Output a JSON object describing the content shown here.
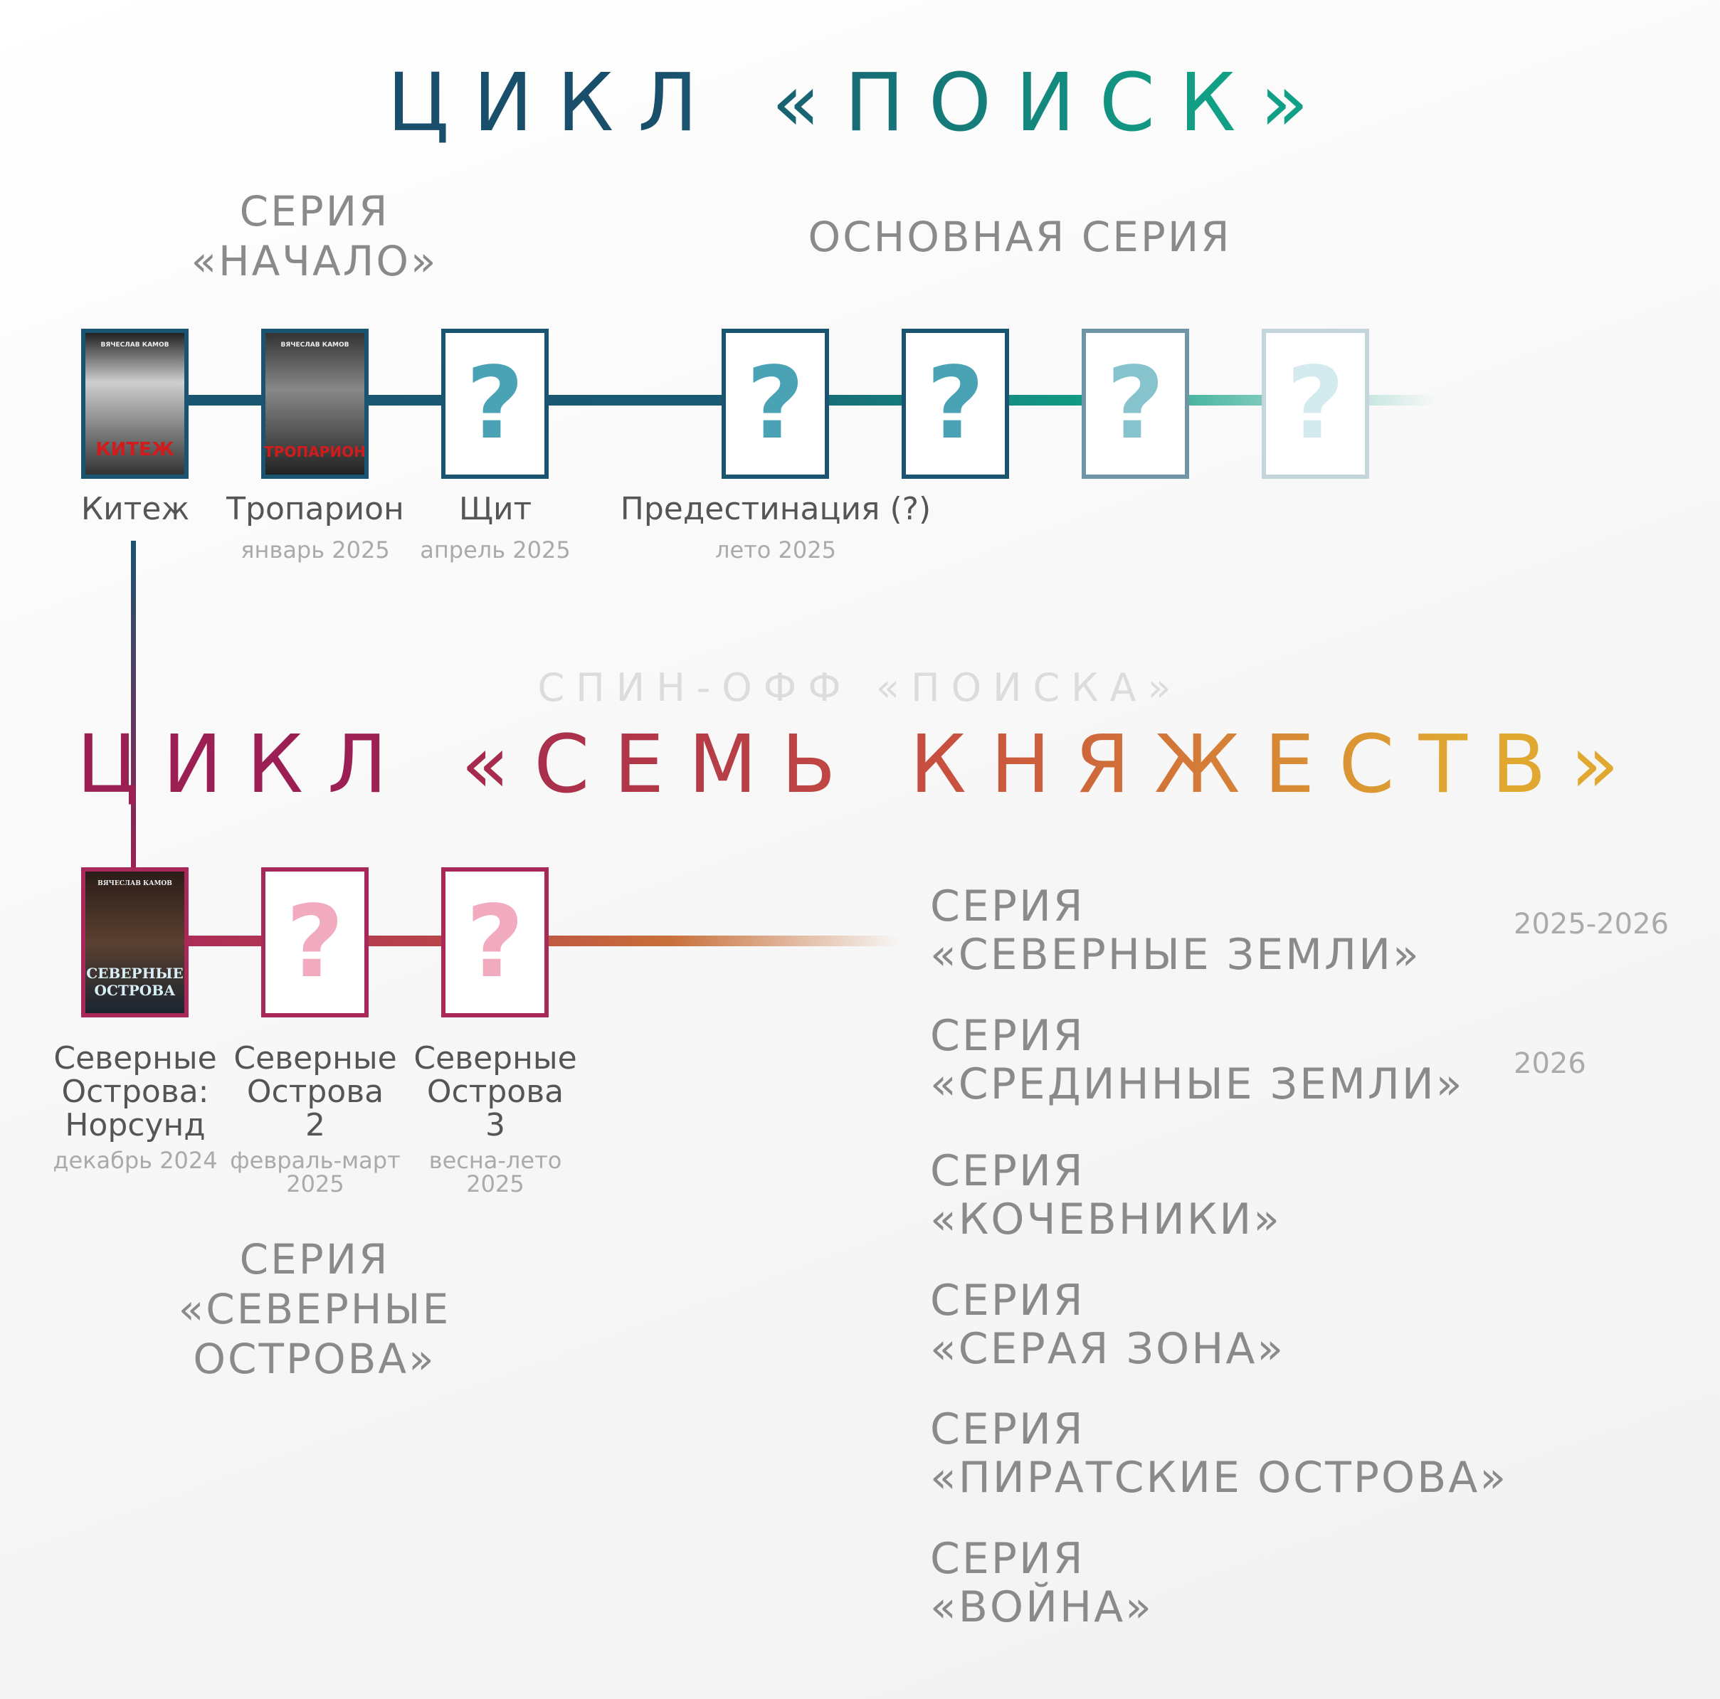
{
  "cycle1": {
    "title": "ЦИКЛ «ПОИСК»",
    "series_start": "СЕРИЯ «НАЧАЛО»",
    "series_main": "ОСНОВНАЯ СЕРИЯ",
    "books": [
      {
        "title": "Китеж",
        "date": "",
        "cover_text": "КИТЕЖ",
        "cover_author": "ВЯЧЕСЛАВ КАМОВ"
      },
      {
        "title": "Тропарион",
        "date": "январь 2025",
        "cover_text": "ТРОПАРИОН",
        "cover_author": "ВЯЧЕСЛАВ КАМОВ"
      },
      {
        "title": "Щит",
        "date": "апрель 2025"
      },
      {
        "title": "Предестинация (?)",
        "date": "лето 2025"
      }
    ],
    "placeholder": "?",
    "colors": {
      "dark": "#1a4f6c",
      "teal": "#11a085",
      "question": "#4aa3b4"
    }
  },
  "spinoff": "СПИН-ОФФ «ПОИСКА»",
  "cycle2": {
    "title": "ЦИКЛ «СЕМЬ КНЯЖЕСТВ»",
    "series": "СЕРИЯ «СЕВЕРНЫЕ ОСТРОВА»",
    "books": [
      {
        "title": [
          "Северные",
          "Острова:",
          "Норсунд"
        ],
        "date": [
          "декабрь 2024"
        ],
        "cover_text": "СЕВЕРНЫЕ ОСТРОВА",
        "cover_author": "ВЯЧЕСЛАВ КАМОВ"
      },
      {
        "title": [
          "Северные",
          "Острова",
          "2"
        ],
        "date": [
          "февраль-март",
          "2025"
        ]
      },
      {
        "title": [
          "Северные",
          "Острова",
          "3"
        ],
        "date": [
          "весна-лето",
          "2025"
        ]
      }
    ],
    "future_series": [
      {
        "l1": "СЕРИЯ",
        "l2": "«СЕВЕРНЫЕ ЗЕМЛИ»",
        "year": "2025-2026"
      },
      {
        "l1": "СЕРИЯ",
        "l2": "«СРЕДИННЫЕ ЗЕМЛИ»",
        "year": "2026"
      },
      {
        "l1": "СЕРИЯ",
        "l2": "«КОЧЕВНИКИ»"
      },
      {
        "l1": "СЕРИЯ",
        "l2": "«СЕРАЯ ЗОНА»"
      },
      {
        "l1": "СЕРИЯ",
        "l2": "«ПИРАТСКИЕ ОСТРОВА»"
      },
      {
        "l1": "СЕРИЯ",
        "l2": "«ВОЙНА»"
      }
    ],
    "colors": {
      "crimson": "#9b1f52",
      "orange": "#c8683a",
      "gold": "#e0a830",
      "question": "#f2aabf"
    }
  }
}
